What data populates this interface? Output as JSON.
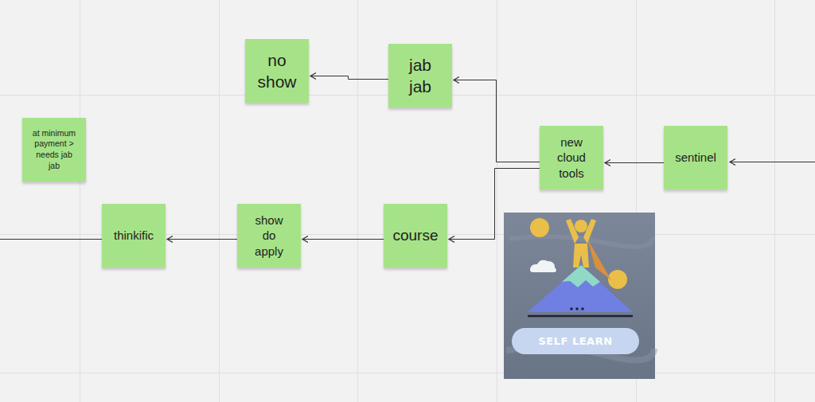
{
  "diagram": {
    "nodes": [
      {
        "text": [
          "no show"
        ]
      },
      {
        "text": [
          "jab jab"
        ]
      },
      {
        "text": [
          "at minimum payment > needs jab jab"
        ]
      },
      {
        "text": [
          "new cloud tools"
        ]
      },
      {
        "text": [
          "sentinel"
        ]
      },
      {
        "text": [
          "thinkific"
        ]
      },
      {
        "text": [
          "show do apply"
        ]
      },
      {
        "text": [
          "course"
        ]
      }
    ],
    "edges": [
      {
        "from": 4,
        "to": 3,
        "arrow": "to"
      },
      {
        "from": 3,
        "to": 1,
        "arrow": "to"
      },
      {
        "from": 3,
        "to": 7,
        "arrow": "to"
      },
      {
        "from": 1,
        "to": 0,
        "arrow": "to"
      },
      {
        "from": 7,
        "to": 6,
        "arrow": "to"
      },
      {
        "from": 6,
        "to": 5,
        "arrow": "to"
      }
    ],
    "labels": [
      "SELF LEARN"
    ]
  }
}
